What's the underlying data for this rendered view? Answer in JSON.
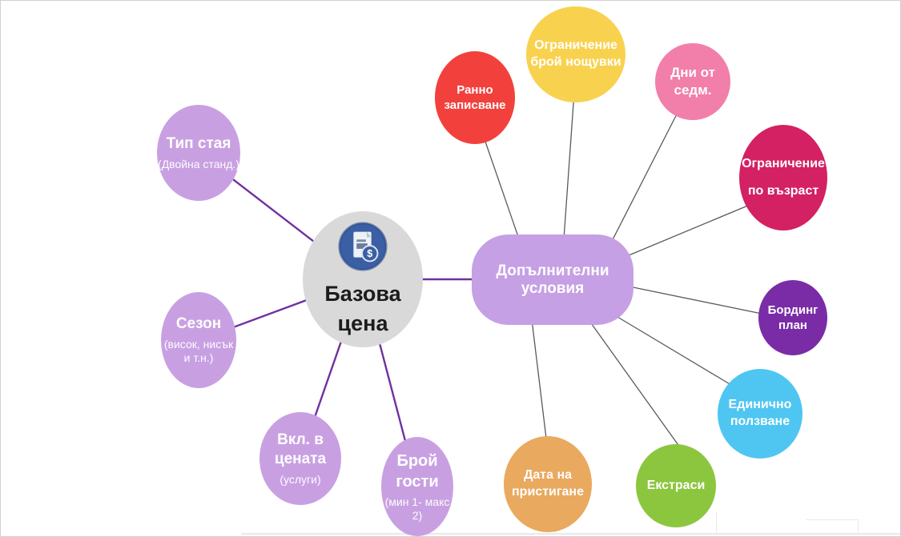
{
  "diagram": {
    "type": "mindmap",
    "center": {
      "label": "Базова цена",
      "icon": "price-document-icon",
      "color": "#d9d9d9"
    },
    "hub": {
      "label": "Допълнителни условия",
      "color": "#c5a0e4"
    },
    "nodes": {
      "tip_staya": {
        "label": "Тип стая",
        "sublabel": "(Двойна станд.)",
        "color": "#c8a0e2",
        "group": "base"
      },
      "sezon": {
        "label": "Сезон",
        "sublabel": "(висок, нисък и т.н.)",
        "color": "#c8a0e2",
        "group": "base"
      },
      "vkl_v_cenata": {
        "label": "Вкл. в цената",
        "sublabel": "(услуги)",
        "color": "#c8a0e2",
        "group": "base"
      },
      "broy_gosti": {
        "label": "Брой гости",
        "sublabel": "(мин 1- макс 2)",
        "color": "#c8a0e2",
        "group": "base"
      },
      "ranno_zapisvane": {
        "label": "Ранно записване",
        "color": "#f2413c",
        "group": "conditions"
      },
      "ogranichenie_broy_noshtuvki": {
        "label": "Ограничение брой нощувки",
        "color": "#f8d24f",
        "group": "conditions"
      },
      "dni_ot_sedm": {
        "label": "Дни от седм.",
        "color": "#f27fa9",
        "group": "conditions"
      },
      "ogranichenie_po_vazrast": {
        "label": "Ограничение по възраст",
        "color": "#d32163",
        "group": "conditions"
      },
      "bording_plan": {
        "label": "Бординг план",
        "color": "#7a2ca6",
        "group": "conditions"
      },
      "edinichno_polzvane": {
        "label": "Единично ползване",
        "color": "#4fc6f1",
        "group": "conditions"
      },
      "ekstrasi": {
        "label": "Екстраси",
        "color": "#8cc63f",
        "group": "conditions"
      },
      "data_na_pristigane": {
        "label": "Дата на пристигане",
        "color": "#e9a95f",
        "group": "conditions"
      }
    },
    "line_colors": {
      "base": "#7030a0",
      "cond": "#5a5a5a"
    }
  }
}
